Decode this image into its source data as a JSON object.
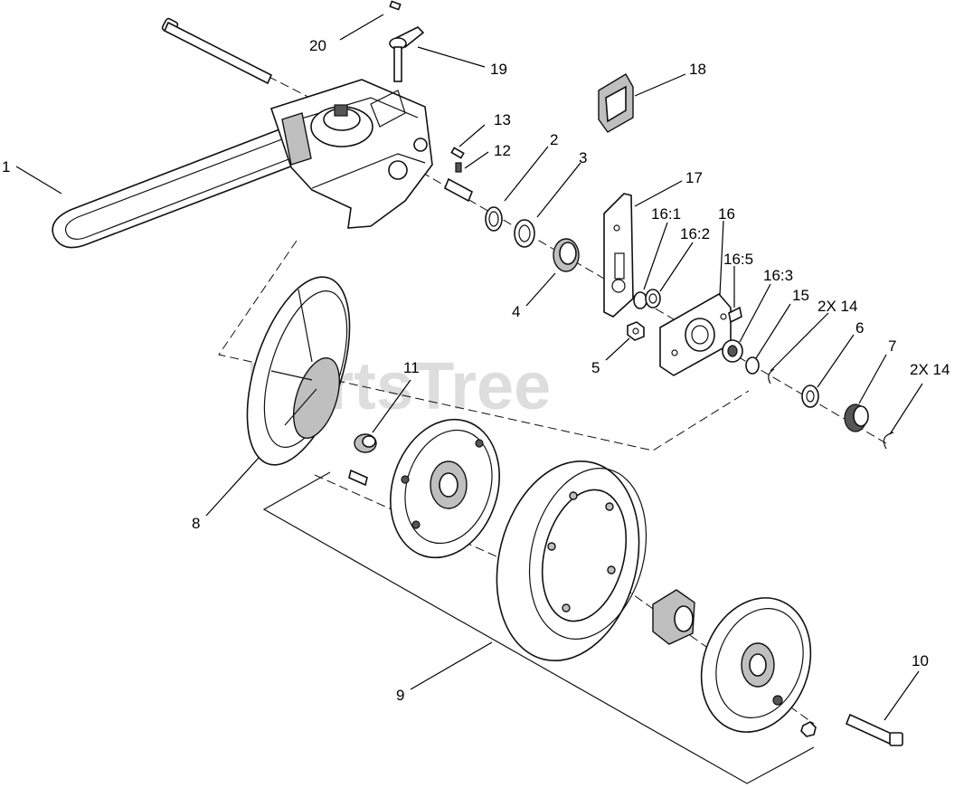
{
  "watermark": "PartsTree",
  "callouts": {
    "c1": "1",
    "c2": "2",
    "c3": "3",
    "c4": "4",
    "c5": "5",
    "c6": "6",
    "c7": "7",
    "c8": "8",
    "c9": "9",
    "c10": "10",
    "c11": "11",
    "c12": "12",
    "c13": "13",
    "c15": "15",
    "c16": "16",
    "c16_1": "16:1",
    "c16_2": "16:2",
    "c16_3": "16:3",
    "c16_5": "16:5",
    "c17": "17",
    "c18": "18",
    "c19": "19",
    "c20": "20",
    "c2x14a": "2X 14",
    "c2x14b": "2X 14"
  }
}
